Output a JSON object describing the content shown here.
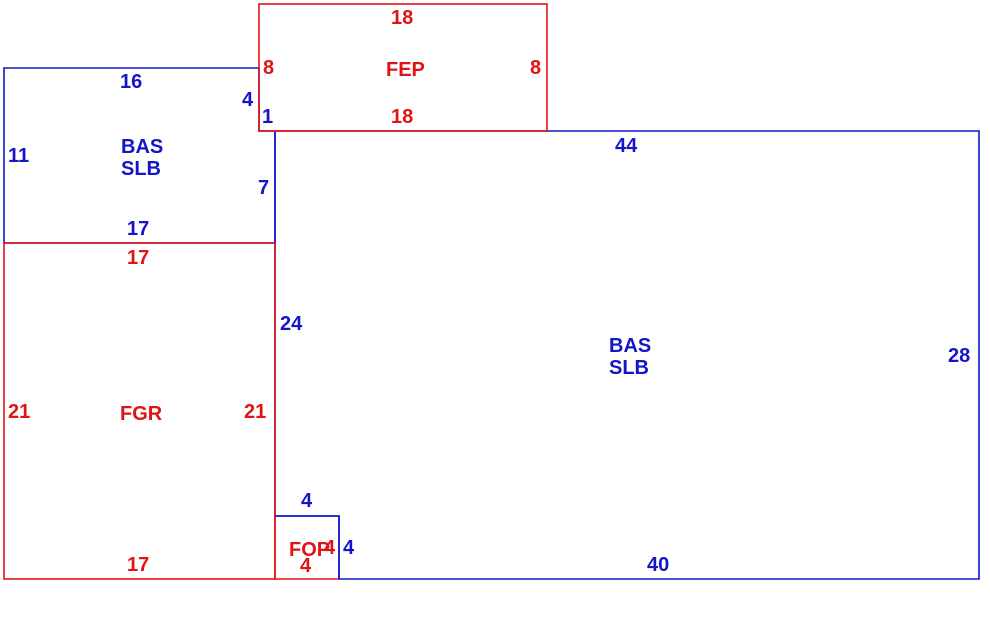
{
  "colors": {
    "living": "#1414c8",
    "attached": "#e01414",
    "background": "#ffffff"
  },
  "areas": {
    "bas_top": {
      "line1": "BAS",
      "line2": "SLB"
    },
    "bas_main": {
      "line1": "BAS",
      "line2": "SLB"
    },
    "fep": {
      "code": "FEP"
    },
    "fgr": {
      "code": "FGR"
    },
    "fop": {
      "code": "FOP"
    }
  },
  "dims": {
    "bas_top_top": "16",
    "bas_top_left": "11",
    "bas_top_bottom": "17",
    "bas_top_step": "4",
    "bas_top_notch": "1",
    "bas_top_right": "7",
    "fep_top": "18",
    "fep_bottom": "18",
    "fep_left": "8",
    "fep_right": "8",
    "bas_main_top": "44",
    "bas_main_right": "28",
    "bas_main_bottom": "40",
    "bas_main_left": "24",
    "fgr_top": "17",
    "fgr_bottom": "17",
    "fgr_left": "21",
    "fgr_right": "21",
    "fop_top": "4",
    "fop_right": "4",
    "fop_bottom": "4",
    "fop_left": "4"
  }
}
